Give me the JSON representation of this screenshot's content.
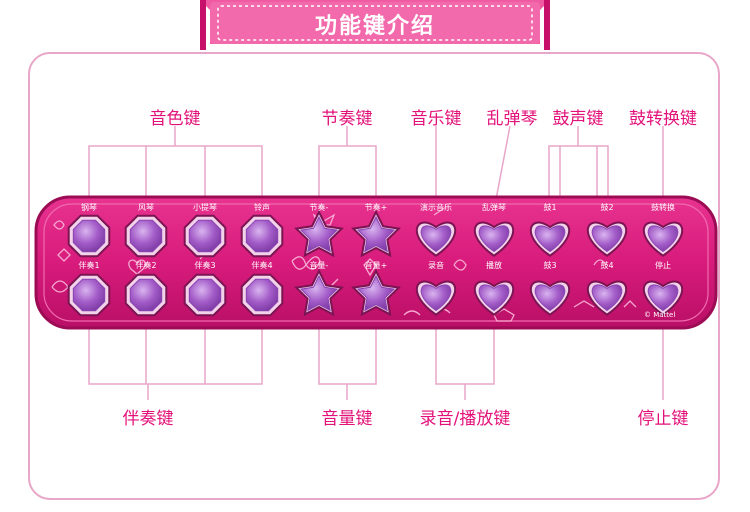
{
  "title": "功能键介绍",
  "colors": {
    "accent": "#e2127a",
    "panel": "#d81b7c",
    "panel_dark": "#b0105e",
    "button": "#a35cc8",
    "button_light": "#c48fe0",
    "line": "#e8a6c8"
  },
  "callouts": {
    "tone": "音色键",
    "tempo": "节奏键",
    "music": "音乐键",
    "random": "乱弹琴",
    "drum": "鼓声键",
    "drum_switch": "鼓转换键",
    "accompany": "伴奏键",
    "volume": "音量键",
    "record_play": "录音/播放键",
    "stop": "停止键"
  },
  "top_buttons": [
    {
      "label": "钢琴",
      "shape": "octagon"
    },
    {
      "label": "风琴",
      "shape": "octagon"
    },
    {
      "label": "小提琴",
      "shape": "octagon"
    },
    {
      "label": "铃声",
      "shape": "octagon"
    },
    {
      "label": "节奏-",
      "shape": "star"
    },
    {
      "label": "节奏+",
      "shape": "star"
    },
    {
      "label": "演示音乐",
      "shape": "heart"
    },
    {
      "label": "乱弹琴",
      "shape": "heart"
    },
    {
      "label": "鼓1",
      "shape": "heart"
    },
    {
      "label": "鼓2",
      "shape": "heart"
    },
    {
      "label": "鼓转换",
      "shape": "heart"
    }
  ],
  "bottom_buttons": [
    {
      "label": "伴奏1",
      "shape": "octagon"
    },
    {
      "label": "伴奏2",
      "shape": "octagon"
    },
    {
      "label": "伴奏3",
      "shape": "octagon"
    },
    {
      "label": "伴奏4",
      "shape": "octagon"
    },
    {
      "label": "音量-",
      "shape": "star"
    },
    {
      "label": "音量+",
      "shape": "star"
    },
    {
      "label": "录音",
      "shape": "heart"
    },
    {
      "label": "播放",
      "shape": "heart"
    },
    {
      "label": "鼓3",
      "shape": "heart"
    },
    {
      "label": "鼓4",
      "shape": "heart"
    },
    {
      "label": "停止",
      "shape": "heart"
    }
  ],
  "copyright": "© Mattel"
}
